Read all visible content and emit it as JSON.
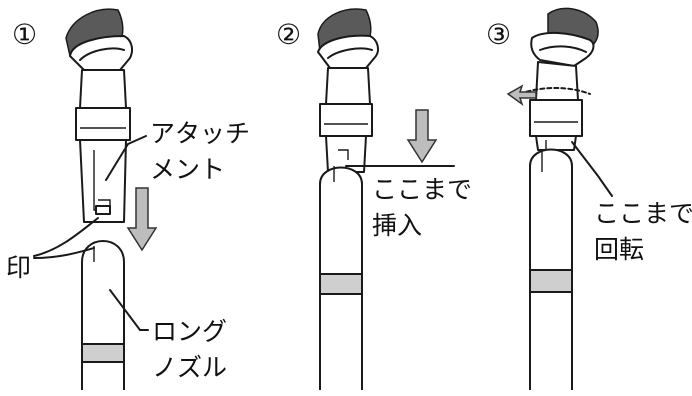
{
  "steps": [
    {
      "number": "①",
      "labels": {
        "attachment_line1": "アタッチ",
        "attachment_line2": "メント",
        "mark": "印",
        "nozzle_line1": "ロング",
        "nozzle_line2": "ノズル"
      }
    },
    {
      "number": "②",
      "labels": {
        "insert_line1": "ここまで",
        "insert_line2": "挿入"
      }
    },
    {
      "number": "③",
      "labels": {
        "rotate_line1": "ここまで",
        "rotate_line2": "回転"
      }
    }
  ],
  "colors": {
    "line": "#1a1a1a",
    "arrow": "#bdbdbd",
    "brush": "#5a5a5a"
  }
}
